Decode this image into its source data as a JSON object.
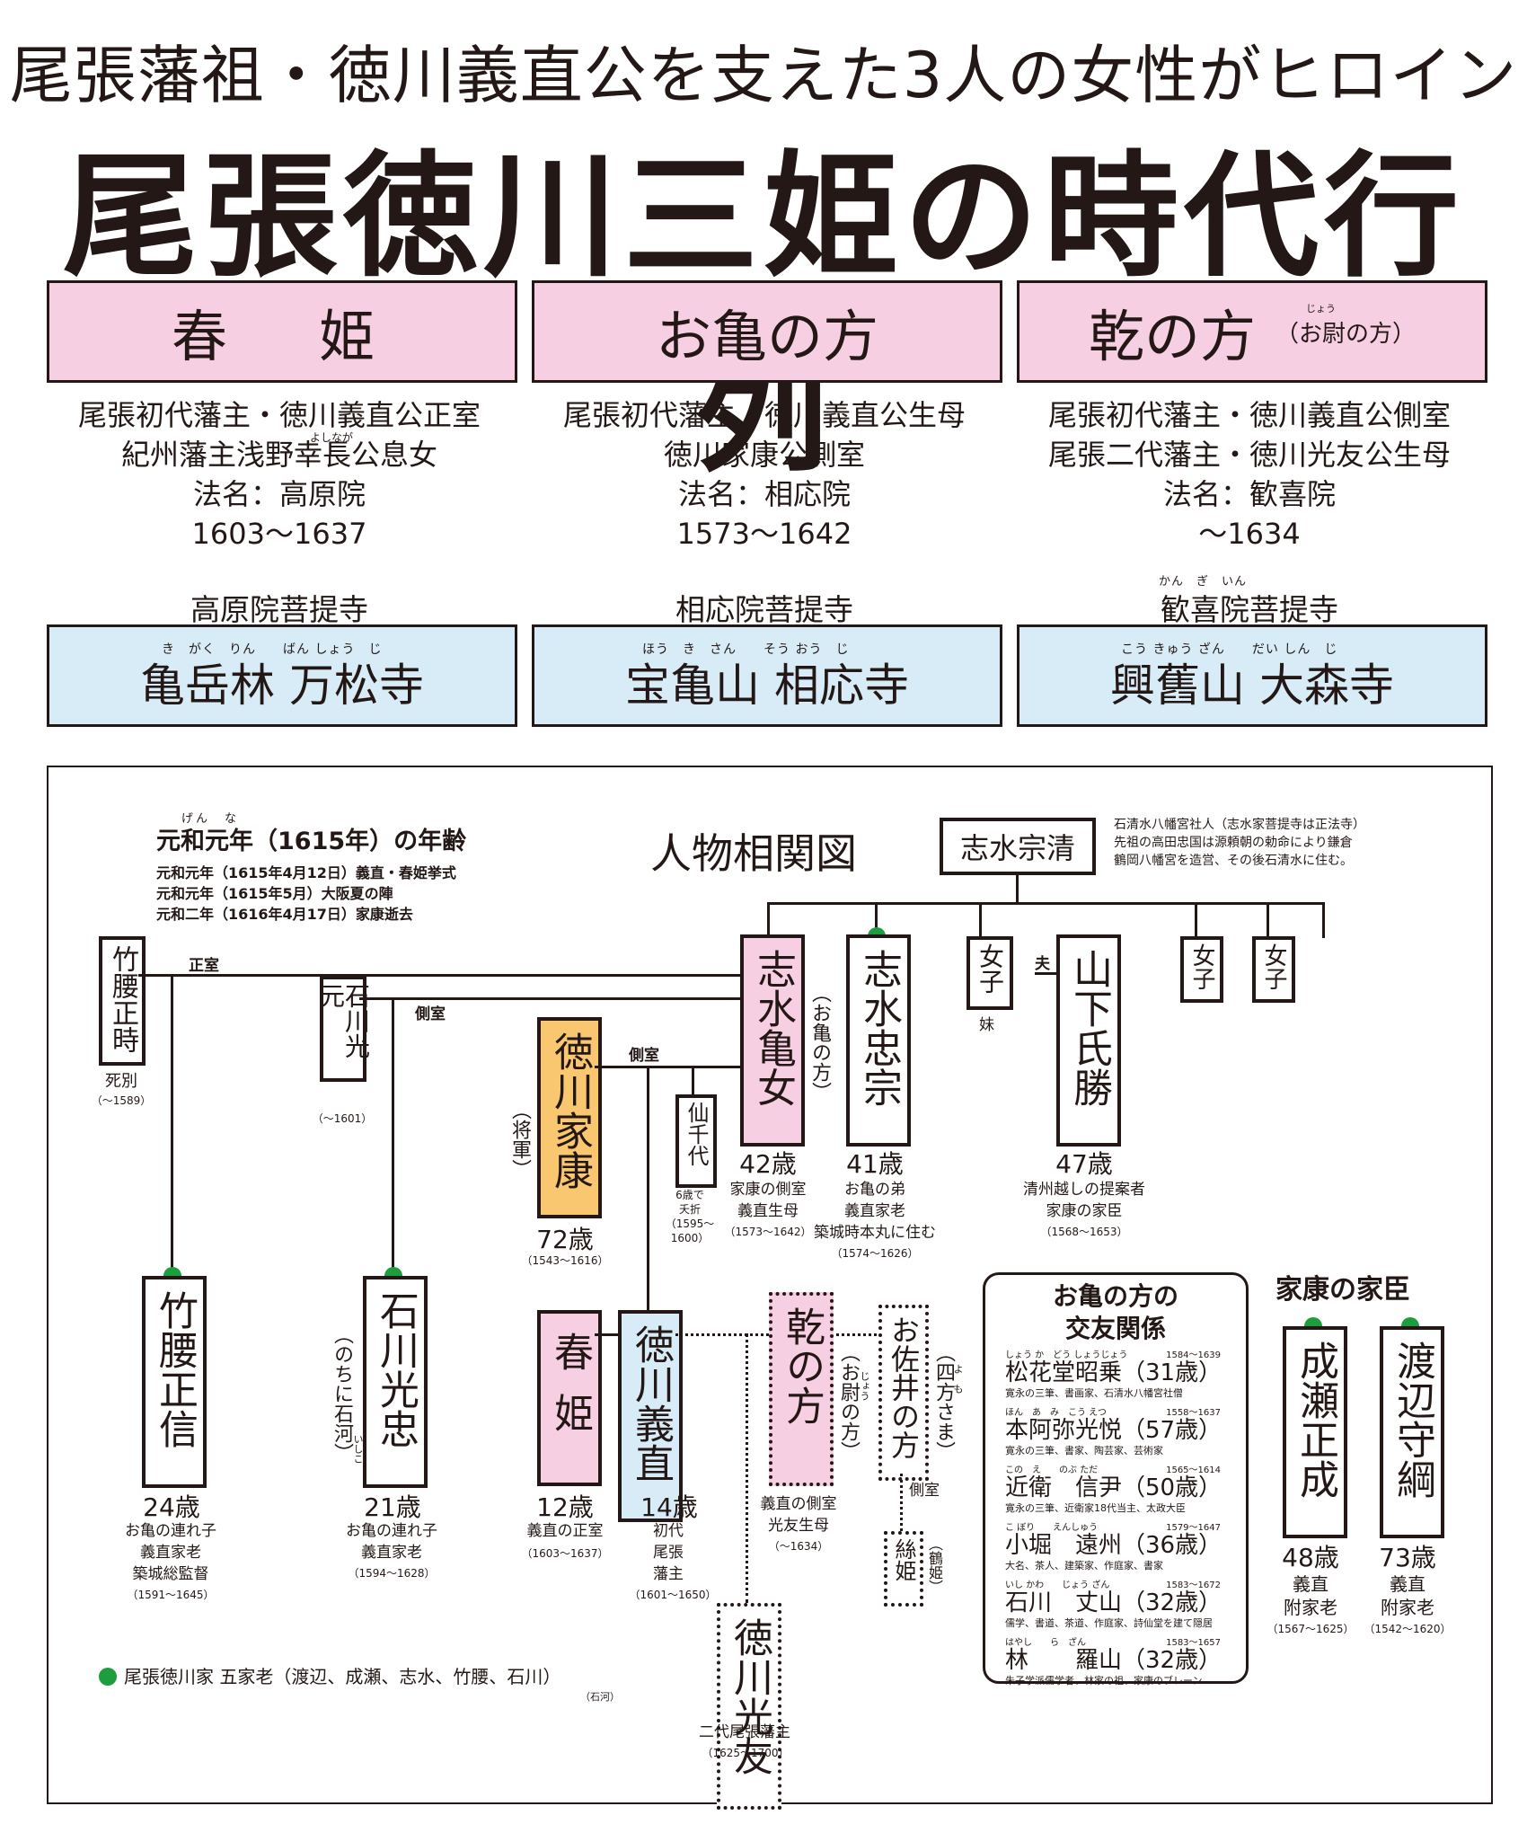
{
  "header": {
    "subtitle": "尾張藩祖・徳川義直公を支えた3人の女性がヒロイン",
    "title": "尾張徳川三姫の時代行列"
  },
  "heroines": [
    {
      "name": "春　姫",
      "note": "",
      "note_ruby": "",
      "lines": [
        "尾張初代藩主・徳川義直公正室",
        "紀州藩主浅野幸長公息女",
        "法名：高原院",
        "1603〜1637"
      ],
      "lines_ruby": "よしなが",
      "bodaiji_label": "高原院菩提寺",
      "bodaiji_ruby": "",
      "temple": "亀岳林 万松寺",
      "temple_ruby": "き　がく　りん　　ばん しょう　じ"
    },
    {
      "name": "お亀の方",
      "note": "",
      "note_ruby": "",
      "lines": [
        "尾張初代藩主・徳川義直公生母",
        "徳川家康公側室",
        "法名：相応院",
        "1573〜1642"
      ],
      "lines_ruby": "",
      "bodaiji_label": "相応院菩提寺",
      "bodaiji_ruby": "",
      "temple": "宝亀山 相応寺",
      "temple_ruby": "ほう　き　さん　　そう おう　じ"
    },
    {
      "name": "乾の方",
      "note": "（お尉の方）",
      "note_ruby": "じょう",
      "lines": [
        "尾張初代藩主・徳川義直公側室",
        "尾張二代藩主・徳川光友公生母",
        "法名：歓喜院",
        "〜1634"
      ],
      "lines_ruby": "",
      "bodaiji_label": "歓喜院菩提寺",
      "bodaiji_ruby": "かん　ぎ　いん",
      "temple": "興舊山 大森寺",
      "temple_ruby": "こう きゅう ざん　　だい しん　じ"
    }
  ],
  "chart": {
    "title": "人物相関図",
    "age_heading": "元和元年（1615年）の年齢",
    "age_heading_ruby": "げん　な",
    "events": [
      "元和元年（1615年4月12日）義直・春姫挙式",
      "元和元年（1615年5月）大阪夏の陣",
      "元和二年（1616年4月17日）家康逝去"
    ],
    "shimizu_note": [
      "石清水八幡宮社人（志水家菩提寺は正法寺）",
      "先祖の高田忠国は源頼朝の勅命により鎌倉",
      "鶴岡八幡宮を造営、その後石清水に住む。"
    ],
    "relations": {
      "seishitsu": "正室",
      "sokushitsu1": "側室",
      "sokushitsu2": "側室",
      "sokushitsu3": "側室",
      "otto": "夫",
      "imouto": "妹",
      "shibetsu": "死別"
    },
    "people": {
      "shimizu_munekiyo": "志水宗清",
      "takenokoshi_masatoki": "竹腰正時",
      "ishikawa_mitsumoto": "石川光元",
      "tokugawa_ieyasu": "徳川家康",
      "shogun": "（将軍）",
      "sen_chiyo": "仙千代",
      "okame": "志水亀女",
      "okame_note": "（お亀の方）",
      "shimizu_tadamune": "志水忠宗",
      "onna1": "女子",
      "onna2": "女子",
      "onna3": "女子",
      "yamashita": "山下氏勝",
      "takenokoshi_masanobu": "竹腰正信",
      "ishikawa_mitsutada": "石川光忠",
      "ishikawa_note": "（のちに石河）",
      "ishikawa_note_ruby": "いしこ",
      "haruhime": "春姫",
      "yoshinao": "徳川義直",
      "inui": "乾の方",
      "inui_note": "（お尉の方）",
      "inui_note_ruby": "じょう",
      "osai": "お佐井の方",
      "osai_note": "（四方さま）",
      "osai_note_ruby": "よ　も",
      "itohime": "絲姫",
      "itohime_note": "（鶴姫）",
      "mitsutomo": "徳川光友",
      "naruse": "成瀬正成",
      "watanabe": "渡辺守綱"
    },
    "ages": {
      "ieyasu": "72歳",
      "okame": "42歳",
      "tadamune": "41歳",
      "yamashita": "47歳",
      "masanobu": "24歳",
      "mitsutada": "21歳",
      "haruhime": "12歳",
      "yoshinao": "14歳",
      "naruse": "48歳",
      "watanabe": "73歳"
    },
    "descs": {
      "masatoki": [
        "死別",
        "（〜1589）"
      ],
      "mitsumoto": "（〜1601）",
      "ieyasu_years": "（1543〜1616）",
      "senchiyo": [
        "6歳で",
        "夭折",
        "（1595〜",
        "1600）"
      ],
      "okame": [
        "家康の側室",
        "義直生母"
      ],
      "okame_years": "（1573〜1642）",
      "tadamune": [
        "お亀の弟",
        "義直家老",
        "築城時本丸に住む"
      ],
      "tadamune_years": "（1574〜1626）",
      "yamashita": [
        "清州越しの提案者",
        "家康の家臣"
      ],
      "yamashita_years": "（1568〜1653）",
      "masanobu": [
        "お亀の連れ子",
        "義直家老",
        "築城総監督"
      ],
      "masanobu_years": "（1591〜1645）",
      "mitsutada": [
        "お亀の連れ子",
        "義直家老"
      ],
      "mitsutada_years": "（1594〜1628）",
      "haruhime": [
        "義直の正室"
      ],
      "haruhime_years": "（1603〜1637）",
      "yoshinao": [
        "初代",
        "尾張",
        "藩主"
      ],
      "yoshinao_years": "（1601〜1650）",
      "inui": [
        "義直の側室",
        "光友生母"
      ],
      "inui_years": "（〜1634）",
      "mitsutomo": [
        "二代尾張藩主"
      ],
      "mitsutomo_years": "（1625〜1700）",
      "naruse": [
        "義直",
        "附家老"
      ],
      "naruse_years": "（1567〜1625）",
      "watanabe": [
        "義直",
        "附家老"
      ],
      "watanabe_years": "（1542〜1620）"
    },
    "ieyasu_kashin_title": "家康の家臣",
    "friends": {
      "title": [
        "お亀の方の",
        "交友関係"
      ],
      "list": [
        {
          "ruby": "しょう か　どう しょうじょう",
          "years": "1584〜1639",
          "name": "松花堂昭乗",
          "age": "（31歳）",
          "desc": "寛永の三筆、書画家、石清水八幡宮社僧"
        },
        {
          "ruby": "ほん　あ　み　こう えつ",
          "years": "1558〜1637",
          "name": "本阿弥光悦",
          "age": "（57歳）",
          "desc": "寛永の三筆、書家、陶芸家、芸術家"
        },
        {
          "ruby": "この　え　　のぶ ただ",
          "years": "1565〜1614",
          "name": "近衛　信尹",
          "age": "（50歳）",
          "desc": "寛永の三筆、近衛家18代当主、太政大臣"
        },
        {
          "ruby": "こ ぼり　　えんしゅう",
          "years": "1579〜1647",
          "name": "小堀　遠州",
          "age": "（36歳）",
          "desc": "大名、茶人、建築家、作庭家、書家"
        },
        {
          "ruby": "いし かわ　　じょう ざん",
          "years": "1583〜1672",
          "name": "石川　丈山",
          "age": "（32歳）",
          "desc": "儒学、書道、茶道、作庭家、詩仙堂を建て隠居"
        },
        {
          "ruby": "はやし　　ら　ざん",
          "years": "1583〜1657",
          "name": "林　　羅山",
          "age": "（32歳）",
          "desc": "朱子学派儒学者、林家の祖、家康のブレーン"
        }
      ]
    },
    "legend": "尾張徳川家 五家老（渡辺、成瀬、志水、竹腰、石川）",
    "legend_sub": "（石河）",
    "colors": {
      "pink": "#f7cfe2",
      "blue": "#d7ecf7",
      "orange": "#f9c770",
      "green": "#1e9d3f"
    }
  }
}
